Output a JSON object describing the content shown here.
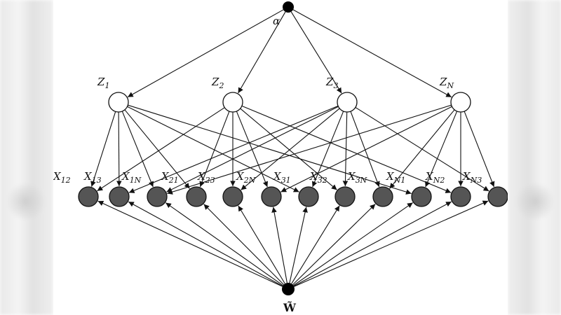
{
  "diagram": {
    "alpha_label": "α",
    "w_label": "W̃",
    "colors": {
      "edge": "#111111",
      "latent_fill": "#ffffff",
      "observed_fill": "#555555",
      "root_fill": "#000000"
    },
    "latent_nodes": [
      {
        "id": "z1",
        "base": "Z",
        "sub": "1"
      },
      {
        "id": "z2",
        "base": "Z",
        "sub": "2"
      },
      {
        "id": "z3",
        "base": "Z",
        "sub": "3"
      },
      {
        "id": "zN",
        "base": "Z",
        "sub": "N"
      }
    ],
    "observed_nodes": [
      {
        "id": "x12",
        "base": "X",
        "sub": "12"
      },
      {
        "id": "x13",
        "base": "X",
        "sub": "13"
      },
      {
        "id": "x1N",
        "base": "X",
        "sub": "1N"
      },
      {
        "id": "x21",
        "base": "X",
        "sub": "21"
      },
      {
        "id": "x23",
        "base": "X",
        "sub": "23"
      },
      {
        "id": "x2N",
        "base": "X",
        "sub": "2N"
      },
      {
        "id": "x31",
        "base": "X",
        "sub": "31"
      },
      {
        "id": "x32",
        "base": "X",
        "sub": "32"
      },
      {
        "id": "x3N",
        "base": "X",
        "sub": "3N"
      },
      {
        "id": "xN1",
        "base": "X",
        "sub": "N1"
      },
      {
        "id": "xN2",
        "base": "X",
        "sub": "N2"
      },
      {
        "id": "xN3",
        "base": "X",
        "sub": "N3"
      }
    ]
  }
}
